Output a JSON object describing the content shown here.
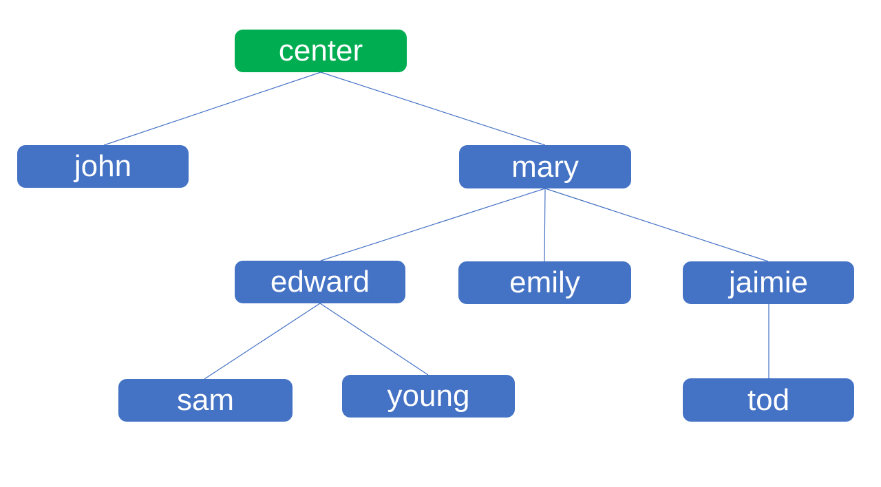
{
  "diagram": {
    "type": "tree",
    "nodes": {
      "center": {
        "label": "center",
        "fill": "#00AD50",
        "level": 0
      },
      "john": {
        "label": "john",
        "fill": "#4472C4",
        "level": 1
      },
      "mary": {
        "label": "mary",
        "fill": "#4472C4",
        "level": 1
      },
      "edward": {
        "label": "edward",
        "fill": "#4472C4",
        "level": 2
      },
      "emily": {
        "label": "emily",
        "fill": "#4472C4",
        "level": 2
      },
      "jaimie": {
        "label": "jaimie",
        "fill": "#4472C4",
        "level": 2
      },
      "sam": {
        "label": "sam",
        "fill": "#4472C4",
        "level": 3
      },
      "young": {
        "label": "young",
        "fill": "#4472C4",
        "level": 3
      },
      "tod": {
        "label": "tod",
        "fill": "#4472C4",
        "level": 3
      }
    },
    "edges": [
      {
        "from": "center",
        "to": "john"
      },
      {
        "from": "center",
        "to": "mary"
      },
      {
        "from": "mary",
        "to": "edward"
      },
      {
        "from": "mary",
        "to": "emily"
      },
      {
        "from": "mary",
        "to": "jaimie"
      },
      {
        "from": "edward",
        "to": "sam"
      },
      {
        "from": "edward",
        "to": "young"
      },
      {
        "from": "jaimie",
        "to": "tod"
      }
    ],
    "colors": {
      "root_fill": "#00AD50",
      "node_fill": "#4472C4",
      "edge_stroke": "#4472C4",
      "text": "#FFFFFF",
      "background": "#FFFFFF"
    }
  }
}
